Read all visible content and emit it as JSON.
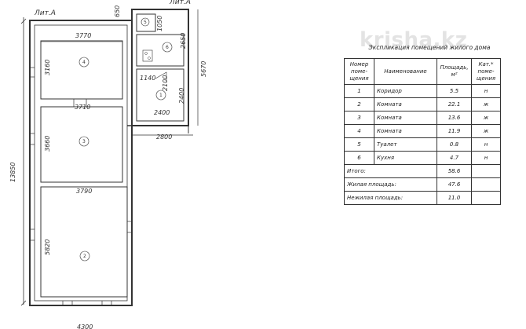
{
  "plan": {
    "lit_label": "Лит.А",
    "top_right_label": "Лит.А",
    "dims": {
      "top_small": "650",
      "room_top_width": "3770",
      "room4_height": "3160",
      "room3_width": "3710",
      "room3_height": "3660",
      "room2_width": "3790",
      "room2_height": "5820",
      "total_height": "13850",
      "bottom_width": "4300",
      "wc_height": "1050",
      "kitchen_height": "2650",
      "corridor_1140": "1140",
      "corridor_2400_vert": "2400",
      "corridor_2100": "2100",
      "corridor_2400_horiz": "2400",
      "annex_width": "2800",
      "annex_height": "5670"
    },
    "room_numbers": {
      "r1": "1",
      "r2": "2",
      "r3": "3",
      "r4": "4",
      "r5": "5",
      "r6": "6"
    }
  },
  "watermark": "krisha.kz",
  "table": {
    "title": "Экспликация помещений жилого дома",
    "headers": {
      "number": [
        "Номер",
        "поме-",
        "щения"
      ],
      "name": "Наименование",
      "area": [
        "Площадь,",
        "м²"
      ],
      "category": [
        "Кат.*",
        "поме-",
        "щения"
      ]
    },
    "rows": [
      {
        "number": "1",
        "name": "Коридор",
        "area": "5.5",
        "cat": "н"
      },
      {
        "number": "2",
        "name": "Комната",
        "area": "22.1",
        "cat": "ж"
      },
      {
        "number": "3",
        "name": "Комната",
        "area": "13.6",
        "cat": "ж"
      },
      {
        "number": "4",
        "name": "Комната",
        "area": "11.9",
        "cat": "ж"
      },
      {
        "number": "5",
        "name": "Туалет",
        "area": "0.8",
        "cat": "н"
      },
      {
        "number": "6",
        "name": "Кухня",
        "area": "4.7",
        "cat": "н"
      }
    ],
    "totals": [
      {
        "label": "Итого:",
        "value": "58.6"
      },
      {
        "label": "Жилая площадь:",
        "value": "47.6"
      },
      {
        "label": "Нежилая площадь:",
        "value": "11.0"
      }
    ]
  }
}
